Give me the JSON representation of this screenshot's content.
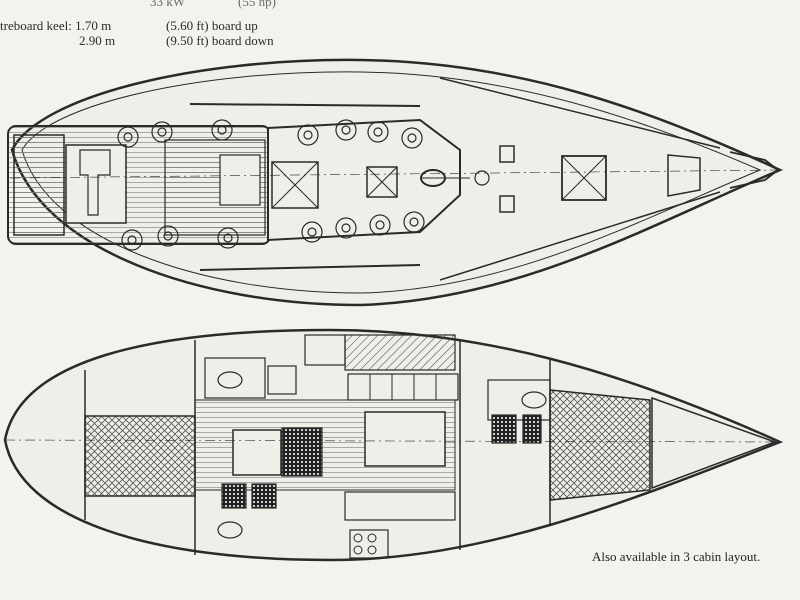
{
  "specs": {
    "top_partial_left": "33 kW",
    "top_partial_right": "(55 hp)",
    "rows": [
      {
        "label": "treboard keel:",
        "metric": "1.70 m",
        "imperial": "(5.60 ft)",
        "note": "board up"
      },
      {
        "label": "",
        "metric": "2.90 m",
        "imperial": "(9.50 ft)",
        "note": "board down"
      }
    ]
  },
  "caption": "Also available in 3 cabin layout.",
  "colors": {
    "ink": "#2a2a2a",
    "paper": "#f3f2ee"
  }
}
